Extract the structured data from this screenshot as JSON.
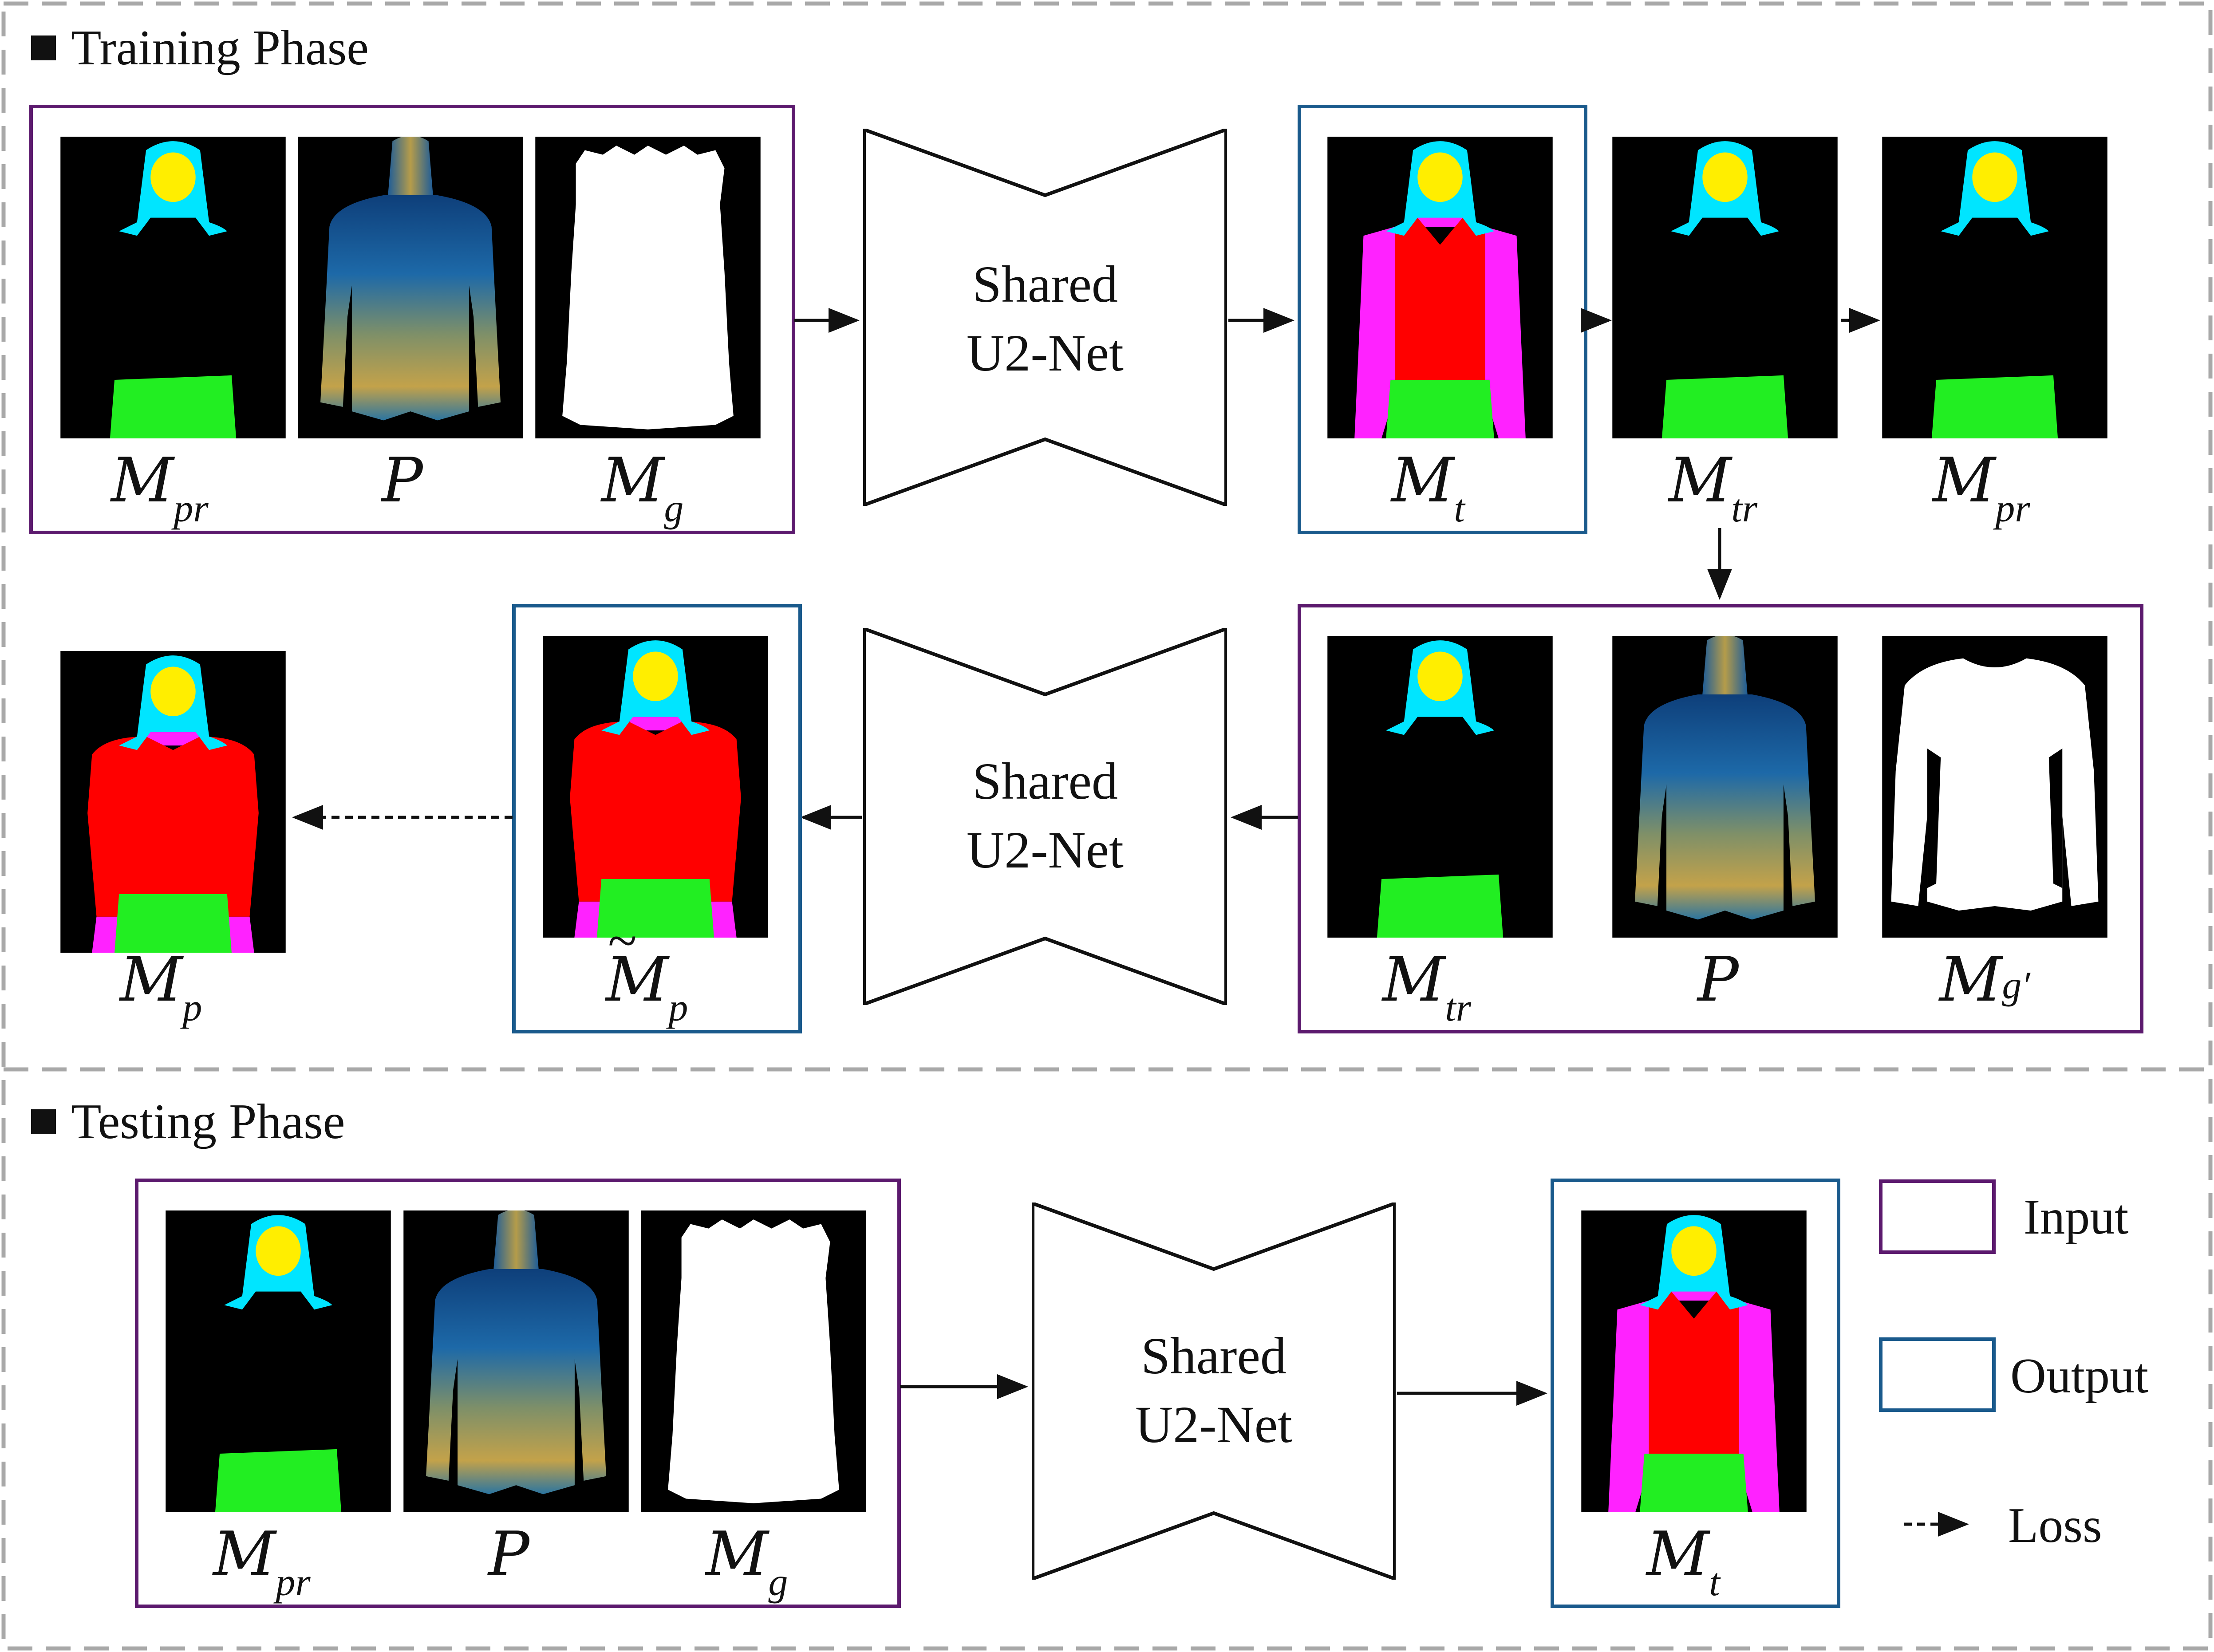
{
  "sections": {
    "training_title": "Training Phase",
    "testing_title": "Testing Phase"
  },
  "network": {
    "label_line1": "Shared",
    "label_line2": "U2-Net"
  },
  "labels": {
    "m_pr_main": "M",
    "m_pr_sub": "pr",
    "p_main": "P",
    "m_g_main": "M",
    "m_g_sub": "g",
    "m_t_main": "M",
    "m_t_sub": "t",
    "m_tr_main": "M",
    "m_tr_sub": "tr",
    "m_gprime_main": "M",
    "m_gprime_sub": "g′",
    "m_p_main": "M",
    "m_p_sub": "p",
    "m_ptilde_main": "M",
    "m_ptilde_sub": "p",
    "tilde_mark": "~"
  },
  "legend": {
    "input_label": "Input",
    "output_label": "Output",
    "loss_label": "Loss"
  },
  "colors": {
    "input_box": "#5c1a6e",
    "output_box": "#1a5a8c",
    "hair": "#00e5ff",
    "face": "#ffee00",
    "neck_arms": "#ff22ff",
    "top": "#ff0000",
    "pants": "#22ee22",
    "background": "#000000",
    "mask": "#ffffff"
  },
  "icons": {
    "section_marker": "black-square-bullet",
    "network_shape": "bowtie-encoder-decoder-icon"
  }
}
